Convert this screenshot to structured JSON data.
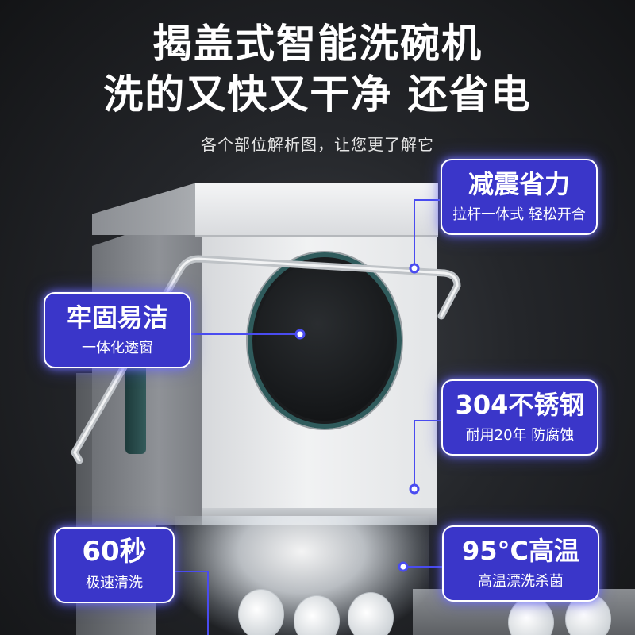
{
  "header": {
    "title_line1": "揭盖式智能洗碗机",
    "title_line2": "洗的又快又干净 还省电",
    "subtitle": "各个部位解析图，让您更了解它"
  },
  "features": [
    {
      "title": "减震省力",
      "desc": "拉杆一体式 轻松开合"
    },
    {
      "title": "牢固易洁",
      "desc": "一体化透窗"
    },
    {
      "title": "304不锈钢",
      "desc": "耐用20年 防腐蚀"
    },
    {
      "title": "60秒",
      "desc": "极速清洗"
    },
    {
      "title": "95°C高温",
      "desc": "高温漂洗杀菌"
    }
  ],
  "colors": {
    "card_background": "#3a36c9",
    "card_border": "#ffffff",
    "callout_line": "#4a4cf0"
  }
}
